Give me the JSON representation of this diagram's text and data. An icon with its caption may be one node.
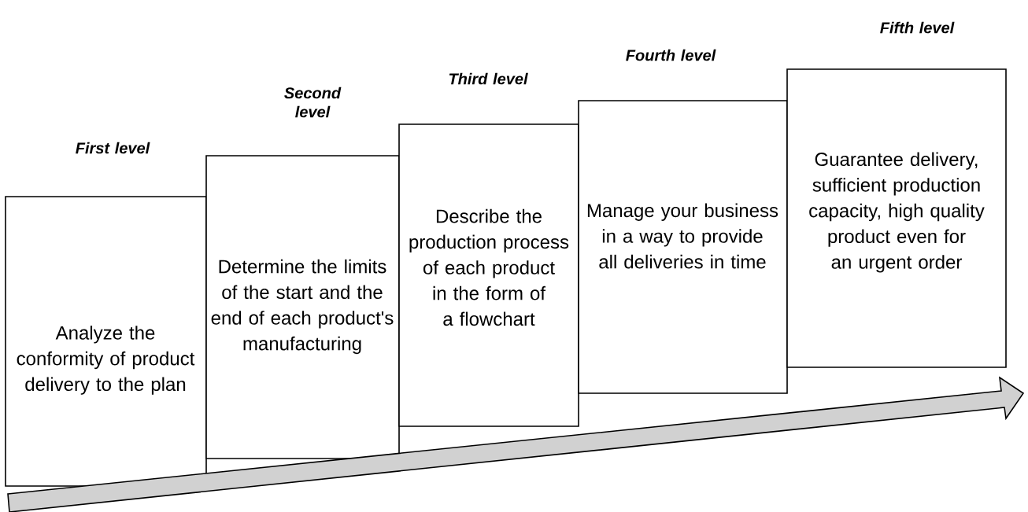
{
  "diagram": {
    "nodes": [
      {
        "text": [
          "First level",
          "Analyze the conformity of product delivery to the plan"
        ]
      },
      {
        "text": [
          "Second level",
          "Determine the limits of the start and the end of each product's manufacturing"
        ]
      },
      {
        "text": [
          "Third level",
          "Describe the production process of each product in the form of a flowchart"
        ]
      },
      {
        "text": [
          "Fourth level",
          "Manage your business in a way to provide all deliveries in time"
        ]
      },
      {
        "text": [
          "Fifth level",
          "Guarantee delivery, sufficient production capacity, high quality product even for an urgent order"
        ]
      }
    ]
  }
}
